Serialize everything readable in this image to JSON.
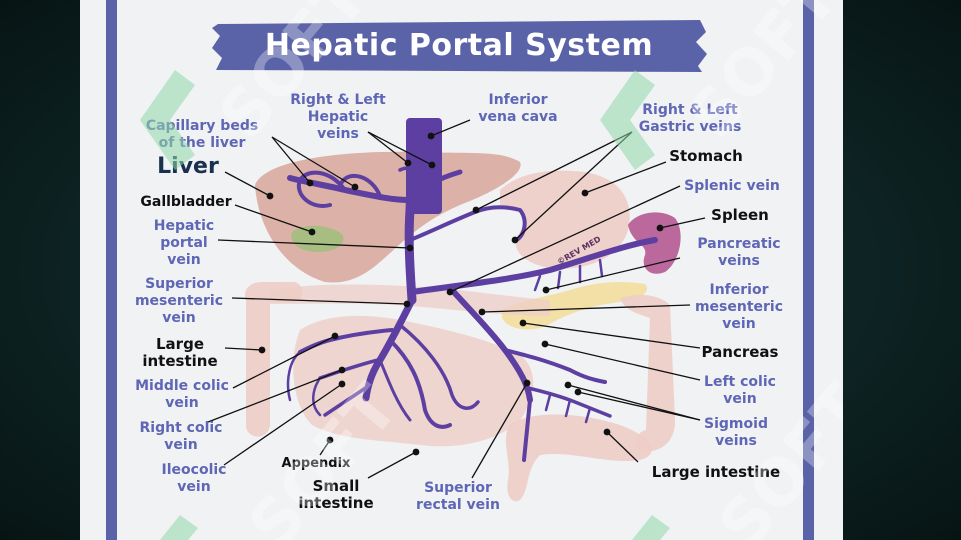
{
  "title": "Hepatic Portal System",
  "credit": "©REV MED",
  "watermark": "SOFT",
  "colors": {
    "frame": "#5b63a8",
    "vein": "#5c3fa0",
    "label_blue": "#5e66b5",
    "label_dark": "#111111",
    "liver": "#d8a69a",
    "gallbladder": "#9fbf7a",
    "spleen": "#b2508d",
    "pancreas": "#f3de9e",
    "intestine": "#edcdc7"
  },
  "labels": {
    "capillary": "Capillary beds\nof the liver",
    "liver": "Liver",
    "gallbladder": "Gallbladder",
    "hepatic_portal": "Hepatic\nportal\nvein",
    "superior_mesenteric": "Superior\nmesenteric\nvein",
    "large_intestine_left": "Large\nintestine",
    "middle_colic": "Middle colic\nvein",
    "right_colic": "Right colic\nvein",
    "ileocolic": "Ileocolic\nvein",
    "appendix": "Appendix",
    "small_intestine": "Small\nintestine",
    "superior_rectal": "Superior\nrectal vein",
    "hepatic_veins": "Right & Left\nHepatic\nveins",
    "ivc": "Inferior\nvena cava",
    "gastric": "Right & Left\nGastric veins",
    "stomach": "Stomach",
    "splenic_vein": "Splenic vein",
    "spleen": "Spleen",
    "pancreatic": "Pancreatic\nveins",
    "inferior_mesenteric": "Inferior\nmesenteric\nvein",
    "pancreas": "Pancreas",
    "left_colic": "Left colic\nvein",
    "sigmoid": "Sigmoid\nveins",
    "large_intestine_right": "Large intestine"
  }
}
